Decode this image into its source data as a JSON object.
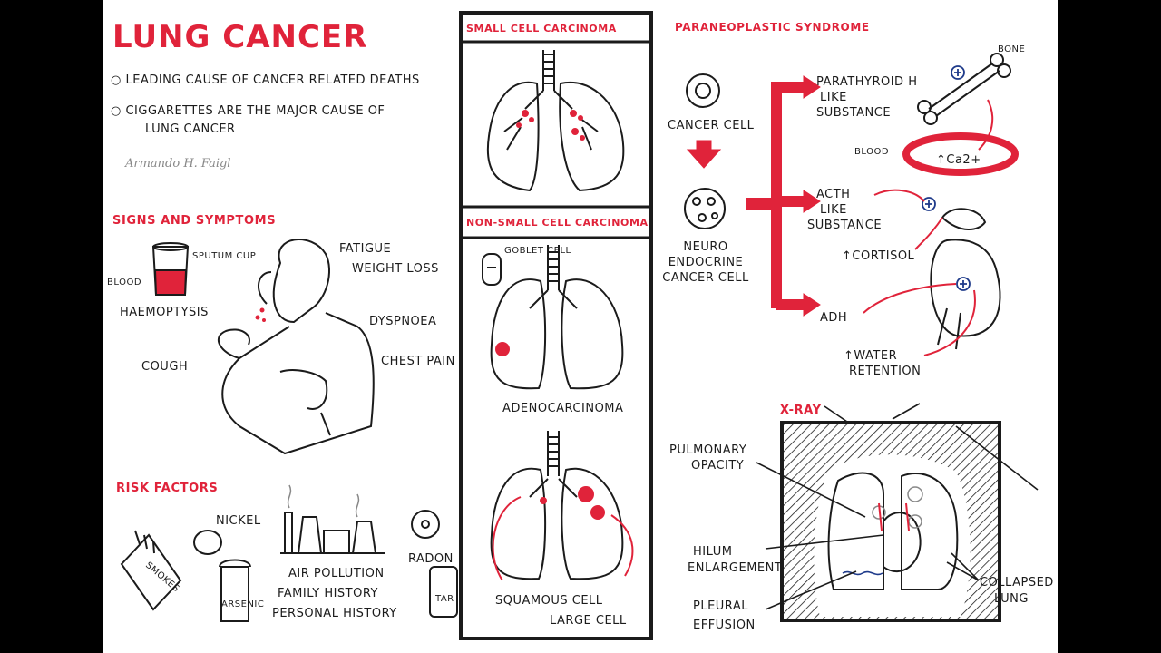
{
  "title": "LUNG CANCER",
  "intro": {
    "bullet_1": "LEADING CAUSE OF CANCER RELATED DEATHS",
    "bullet_2_line_1": "CIGGARETTES ARE THE MAJOR CAUSE OF",
    "bullet_2_line_2": "LUNG CANCER"
  },
  "author": "Armando H. Faigl",
  "signs": {
    "heading": "SIGNS AND SYMPTOMS",
    "sputum_cup": "SPUTUM CUP",
    "blood": "BLOOD",
    "haemoptysis": "HAEMOPTYSIS",
    "fatigue": "FATIGUE",
    "weight_loss": "WEIGHT LOSS",
    "dyspnoea": "DYSPNOEA",
    "chest_pain": "CHEST PAIN",
    "cough": "COUGH"
  },
  "risk": {
    "heading": "RISK FACTORS",
    "nickel": "NICKEL",
    "arsenic": "ARSENIC",
    "smokes": "SMOKES",
    "air_pollution": "AIR POLLUTION",
    "family_history": "FAMILY HISTORY",
    "personal_history": "PERSONAL HISTORY",
    "radon": "RADON",
    "tar": "TAR"
  },
  "sclc": {
    "heading": "SMALL CELL CARCINOMA"
  },
  "nsclc": {
    "heading": "NON-SMALL CELL CARCINOMA",
    "goblet_cell": "GOBLET CELL",
    "adenocarcinoma": "ADENOCARCINOMA",
    "squamous_cell": "SQUAMOUS CELL",
    "large_cell": "LARGE CELL"
  },
  "paraneoplastic": {
    "heading": "PARANEOPLASTIC SYNDROME",
    "cancer_cell": "CANCER CELL",
    "neuroendocrine_line_1": "NEURO",
    "neuroendocrine_line_2": "ENDOCRINE",
    "neuroendocrine_line_3": "CANCER CELL",
    "pth_line_1": "PARATHYROID H",
    "pth_line_2": "LIKE",
    "pth_line_3": "SUBSTANCE",
    "bone": "BONE",
    "blood": "BLOOD",
    "ca": "↑Ca2+",
    "acth_line_1": "ACTH",
    "acth_line_2": "LIKE",
    "acth_line_3": "SUBSTANCE",
    "cortisol": "↑CORTISOL",
    "adh": "ADH",
    "water_line_1": "↑WATER",
    "water_line_2": "RETENTION",
    "plus": "+"
  },
  "xray": {
    "heading": "X-RAY",
    "pulmonary_line_1": "PULMONARY",
    "pulmonary_line_2": "OPACITY",
    "hilum_line_1": "HILUM",
    "hilum_line_2": "ENLARGEMENT",
    "pleural_line_1": "PLEURAL",
    "pleural_line_2": "EFFUSION",
    "collapsed_line_1": "COLLAPSED",
    "collapsed_line_2": "LUNG"
  },
  "colors": {
    "accent": "#e0233a",
    "ink": "#1b1b1b",
    "paper": "#ffffff",
    "frame": "#000000"
  }
}
